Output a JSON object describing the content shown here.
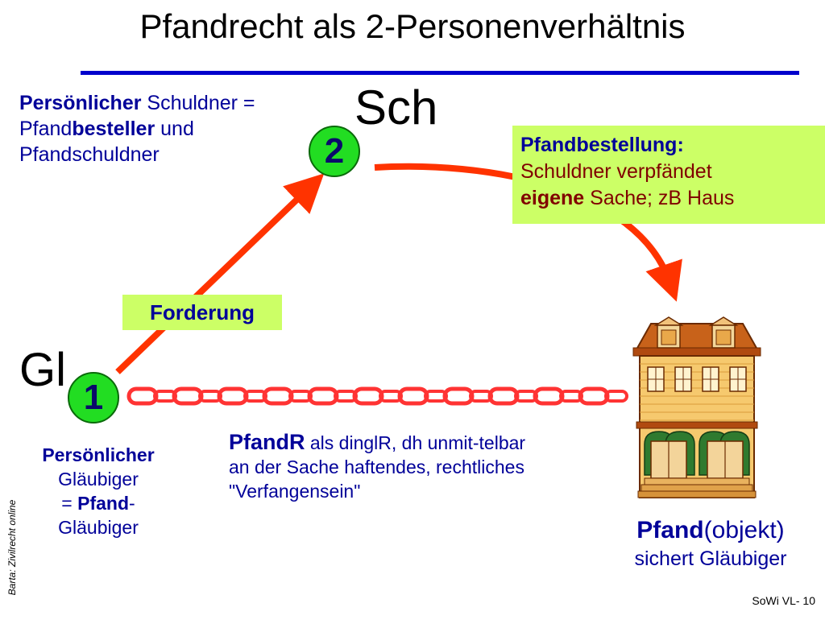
{
  "slide": {
    "title": "Pfandrecht als 2-Personenverhältnis",
    "footer": "SoWi VL- 10",
    "credit": "Barta: Zivilrecht online"
  },
  "debtor": {
    "desc_line1_bold": "Persönlicher",
    "desc_line1_rest": " Schuldner =",
    "desc_line2_pre": "Pfand",
    "desc_line2_bold": "besteller",
    "desc_line2_rest": " und",
    "desc_line3": "Pfandschuldner",
    "abbrev": "Sch",
    "number": "2"
  },
  "creditor": {
    "abbrev": "Gl",
    "number": "1",
    "desc_line1": "Persönlicher",
    "desc_line2": "Gläubiger",
    "desc_line3_pre": "= ",
    "desc_line3_bold": "Pfand",
    "desc_line3_rest": "-",
    "desc_line4": "Gläubiger"
  },
  "claim": {
    "label": "Forderung"
  },
  "pledge_creation": {
    "heading": "Pfandbestellung:",
    "line2": "Schuldner verpfändet",
    "line3_bold": "eigene",
    "line3_rest": " Sache; zB Haus"
  },
  "pledge_right": {
    "term": "PfandR",
    "text1": " als dinglR, dh unmit-telbar",
    "text2": "an der Sache haftendes, rechtliches",
    "text3": "\"Verfangensein\""
  },
  "pledge_object": {
    "bold": "Pfand",
    "rest": "(objekt)",
    "line2": "sichert Gläubiger"
  },
  "colors": {
    "title_rule": "#0000cc",
    "text_blue": "#000099",
    "text_maroon": "#800000",
    "arrow": "#ff3300",
    "circle_fill": "#22dd22",
    "label_box": "#ccff66",
    "chain": "#ff3333"
  },
  "icons": {
    "house": "house-icon",
    "chain": "chain-icon"
  }
}
